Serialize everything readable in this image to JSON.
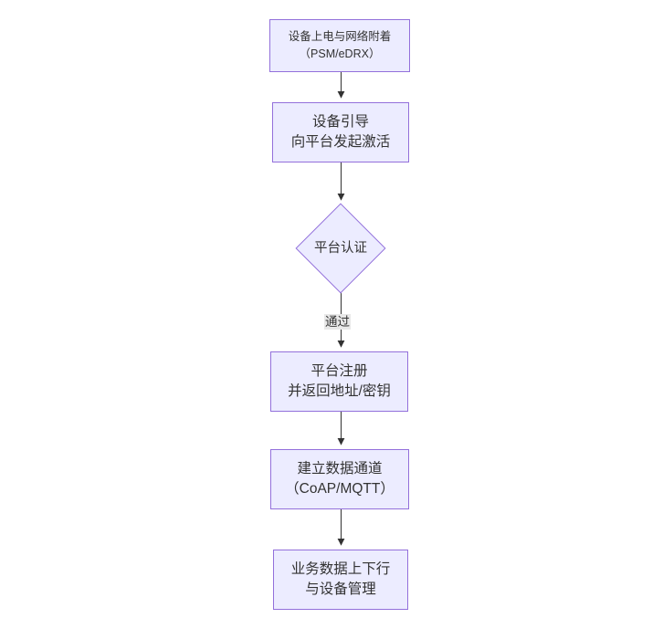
{
  "diagram": {
    "type": "flowchart",
    "direction": "top-down",
    "colors": {
      "node_fill": "#ececff",
      "node_border": "#9370db",
      "arrow": "#333333",
      "edge_label_bg": "#e8e8e8",
      "text": "#333333",
      "background": "#ffffff"
    },
    "nodes": {
      "power_attach": {
        "shape": "rect",
        "lines": [
          "设备上电与网络附着",
          "（PSM/eDRX）"
        ]
      },
      "bootstrap": {
        "shape": "rect",
        "lines": [
          "设备引导",
          "向平台发起激活"
        ]
      },
      "auth": {
        "shape": "diamond",
        "label": "平台认证"
      },
      "register": {
        "shape": "rect",
        "lines": [
          "平台注册",
          "并返回地址/密钥"
        ]
      },
      "channel": {
        "shape": "rect",
        "lines": [
          "建立数据通道",
          "（CoAP/MQTT）"
        ]
      },
      "business": {
        "shape": "rect",
        "lines": [
          "业务数据上下行",
          "与设备管理"
        ]
      }
    },
    "edges": [
      {
        "from": "power_attach",
        "to": "bootstrap",
        "label": ""
      },
      {
        "from": "bootstrap",
        "to": "auth",
        "label": ""
      },
      {
        "from": "auth",
        "to": "register",
        "label": "通过"
      },
      {
        "from": "register",
        "to": "channel",
        "label": ""
      },
      {
        "from": "channel",
        "to": "business",
        "label": ""
      }
    ]
  }
}
